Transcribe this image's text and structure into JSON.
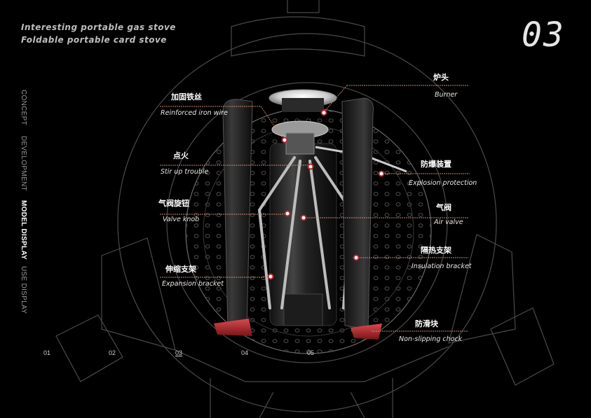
{
  "header": {
    "subtitle_line1": "Interesting portable gas stove",
    "subtitle_line2": "Foldable portable card stove",
    "page_number": "03"
  },
  "side_nav": [
    {
      "label": "CONCEPT",
      "active": false
    },
    {
      "label": "DEVELOPMENT",
      "active": false
    },
    {
      "label": "MODEL DISPLAY",
      "active": true
    },
    {
      "label": "USE DISPLAY",
      "active": false
    }
  ],
  "pager": [
    "01",
    "02",
    "03",
    "04",
    "05"
  ],
  "callouts": {
    "reinforced_wire": {
      "cn": "加固铁丝",
      "en": "Reinforced iron wire"
    },
    "igniter": {
      "cn": "点火",
      "en": "Stir up trouble"
    },
    "valve_knob": {
      "cn": "气阀旋钮",
      "en": "Valve knob"
    },
    "expansion_bracket": {
      "cn": "伸缩支架",
      "en": "Expansion bracket"
    },
    "burner": {
      "cn": "炉头",
      "en": "Burner"
    },
    "explosion_protection": {
      "cn": "防爆装置",
      "en": "Explosion protection"
    },
    "air_valve": {
      "cn": "气阀",
      "en": "Air valve"
    },
    "insulation_bracket": {
      "cn": "隔热支架",
      "en": "Insulation bracket"
    },
    "non_slip": {
      "cn": "防滑块",
      "en": "Non-slipping chock"
    }
  },
  "colors": {
    "background": "#000000",
    "accent_red": "#b3262c",
    "leader_line": "#c98a70",
    "outline": "#5a5a5a"
  }
}
